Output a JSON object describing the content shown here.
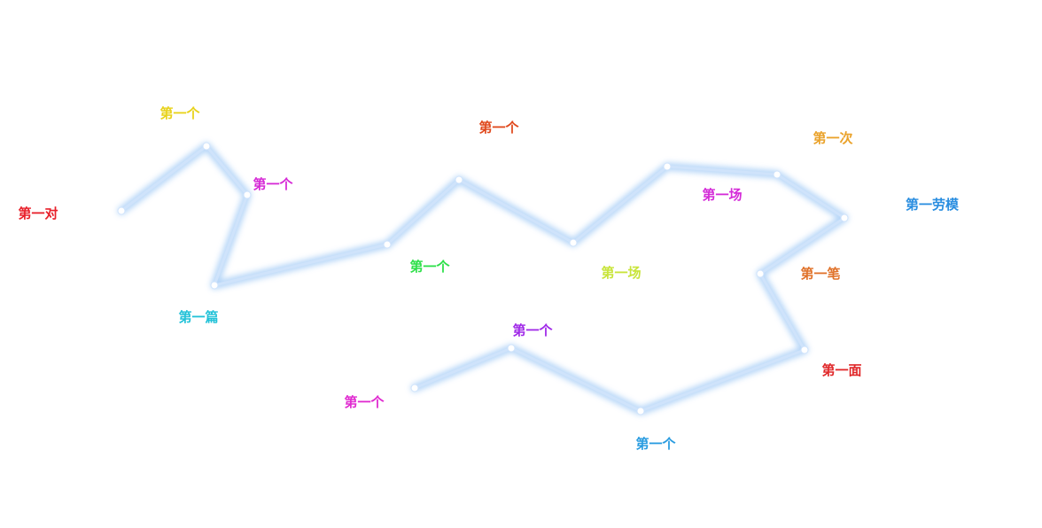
{
  "diagram": {
    "line_color": "#cfe3fb",
    "glow_color": "#9cc7f5",
    "point_color": "#ffffff",
    "nodes": [
      {
        "id": "n1",
        "label": "第一对",
        "color": "#e8202a"
      },
      {
        "id": "n2",
        "label": "第一个",
        "color": "#e8d21a"
      },
      {
        "id": "n3",
        "label": "第一个",
        "color": "#d62ad6"
      },
      {
        "id": "n4",
        "label": "第一篇",
        "color": "#22c2d8"
      },
      {
        "id": "n5",
        "label": "第一个",
        "color": "#2ee04a"
      },
      {
        "id": "n6",
        "label": "第一个",
        "color": "#e04a1e"
      },
      {
        "id": "n7",
        "label": "第一场",
        "color": "#c8e43a"
      },
      {
        "id": "n8",
        "label": "第一场",
        "color": "#d42ad8"
      },
      {
        "id": "n9",
        "label": "第一次",
        "color": "#eaa22a"
      },
      {
        "id": "n10",
        "label": "第一劳模",
        "color": "#2a8ee0"
      },
      {
        "id": "n11",
        "label": "第一笔",
        "color": "#e0722a"
      },
      {
        "id": "n12",
        "label": "第一面",
        "color": "#e0282a"
      },
      {
        "id": "n13",
        "label": "第一个",
        "color": "#2a9ce0"
      },
      {
        "id": "n14",
        "label": "第一个",
        "color": "#a02ae8"
      },
      {
        "id": "n15",
        "label": "第一个",
        "color": "#e02ad0"
      }
    ]
  }
}
